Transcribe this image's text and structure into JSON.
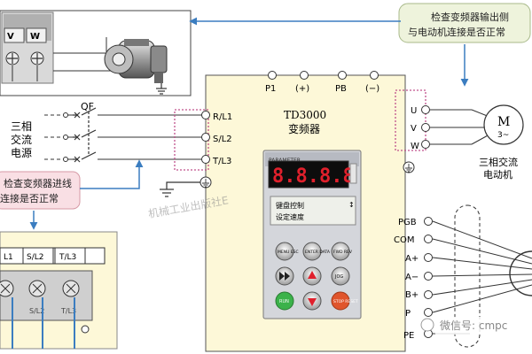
{
  "terminals_top": {
    "v": "V",
    "w": "W"
  },
  "callouts": {
    "output_check_line1": "检查变频器输出侧",
    "output_check_line2": "与电动机连接是否正常",
    "input_check_line1": "检查变频器进线",
    "input_check_line2": "连接是否正常"
  },
  "supply": {
    "line1": "三相",
    "line2": "交流",
    "line3": "电源",
    "breaker": "QF"
  },
  "inverter": {
    "model": "TD3000",
    "name": "变频器",
    "top_terminals": [
      "P1",
      "(+)",
      "PB",
      "(−)"
    ],
    "input_terminals": [
      "R/L1",
      "S/L2",
      "T/L3"
    ],
    "output_terminals": [
      "U",
      "V",
      "W"
    ],
    "control_terminals": [
      "PGB",
      "COM",
      "A+",
      "A−",
      "B+",
      "P",
      "PE"
    ],
    "panel_brand": "PARAMETER",
    "display_value": "8.8.8.8",
    "lcd_line1": "键盘控制",
    "lcd_line2": "设定速度",
    "key_labels": [
      "MENU ESC",
      "ENTER DATA",
      "FWD REV",
      "JOG",
      "RUN",
      "STOP RESET"
    ]
  },
  "motor": {
    "symbol_label": "M",
    "symbol_sub": "3~",
    "caption_line1": "三相交流",
    "caption_line2": "电动机"
  },
  "detail_terminals": [
    "L1",
    "S/L2",
    "T/L3"
  ],
  "watermarks": {
    "publisher": "机械工业出版社E",
    "wechat": "微信号: cmpc"
  },
  "colors": {
    "inverter_panel": "#fdf8d8",
    "callout_green": "#eef3dc",
    "callout_pink": "#f9dfe4",
    "dashed_box": "#c0508c",
    "arrow_blue": "#3b7dc0",
    "display_red": "#e0202c"
  }
}
